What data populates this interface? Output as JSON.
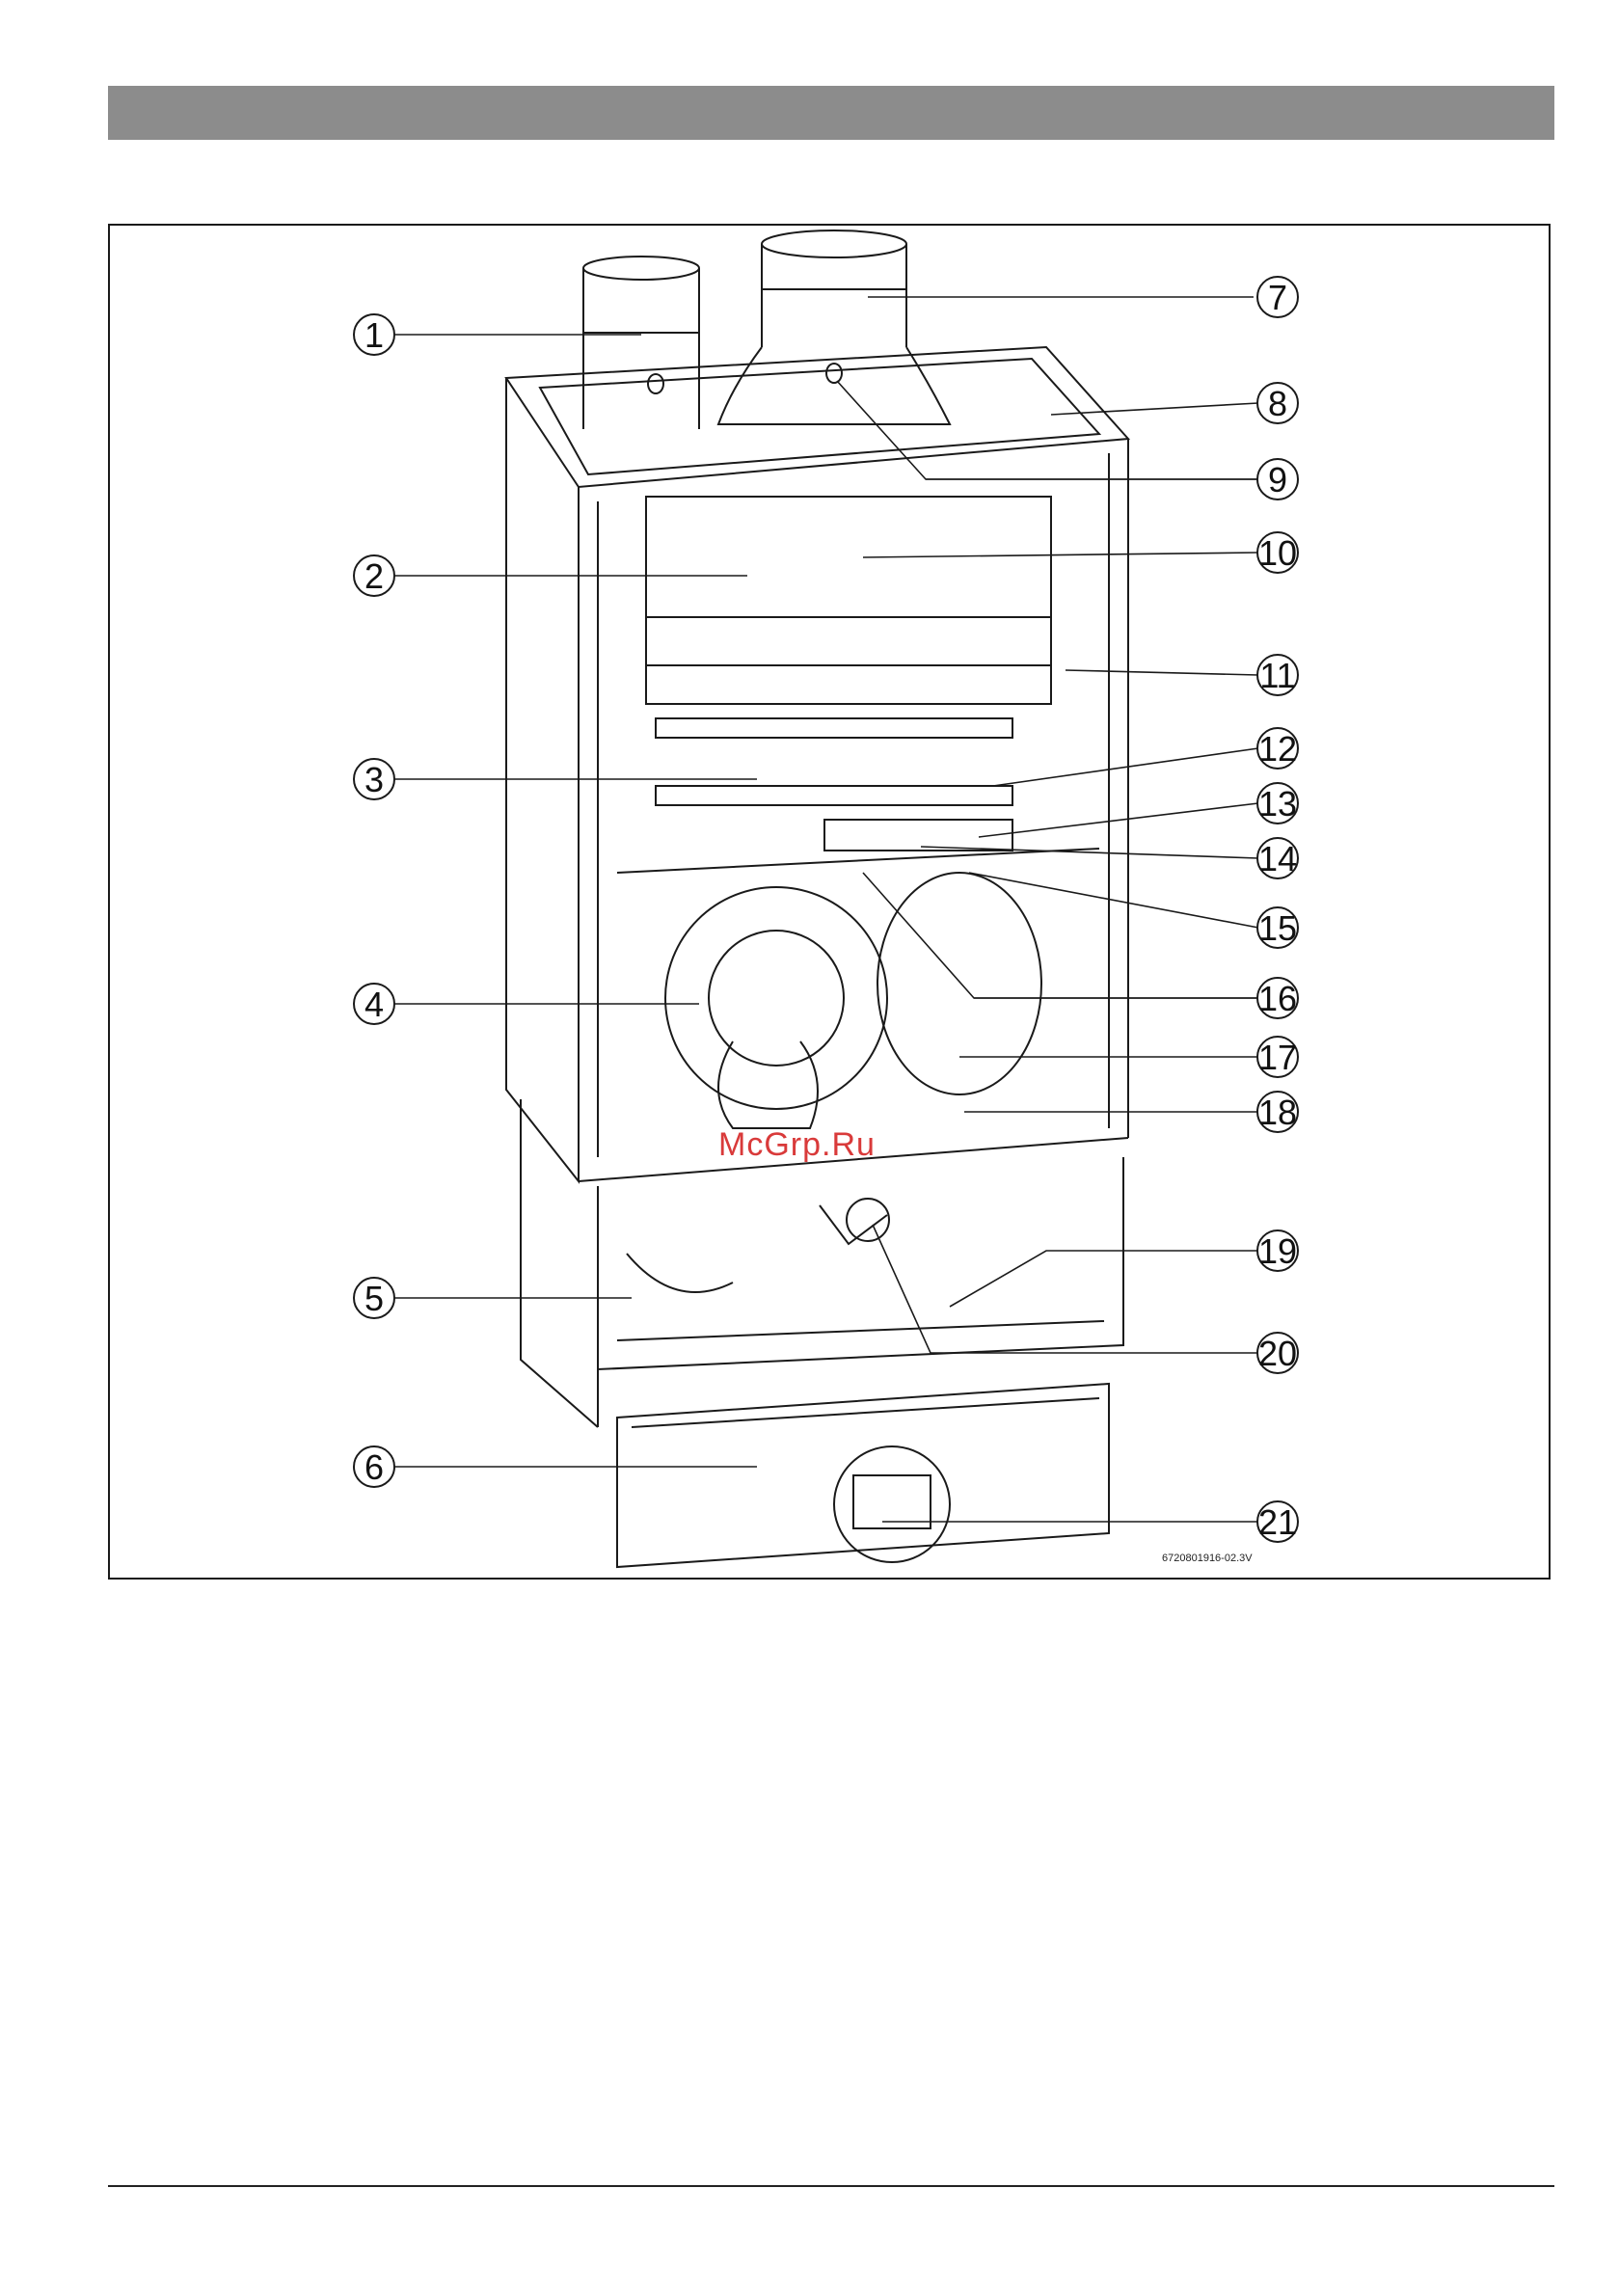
{
  "figure": {
    "image_code": "6720801916-02.3V",
    "watermark": "McGrp.Ru",
    "callouts": [
      {
        "num": "1"
      },
      {
        "num": "2"
      },
      {
        "num": "3"
      },
      {
        "num": "4"
      },
      {
        "num": "5"
      },
      {
        "num": "6"
      },
      {
        "num": "7"
      },
      {
        "num": "8"
      },
      {
        "num": "9"
      },
      {
        "num": "10"
      },
      {
        "num": "11"
      },
      {
        "num": "12"
      },
      {
        "num": "13"
      },
      {
        "num": "14"
      },
      {
        "num": "15"
      },
      {
        "num": "16"
      },
      {
        "num": "17"
      },
      {
        "num": "18"
      },
      {
        "num": "19"
      },
      {
        "num": "20"
      },
      {
        "num": "21"
      }
    ]
  },
  "colors": {
    "header_bar": "#8c8c8c",
    "line": "#1a1a1a",
    "watermark": "#d93a3a"
  }
}
